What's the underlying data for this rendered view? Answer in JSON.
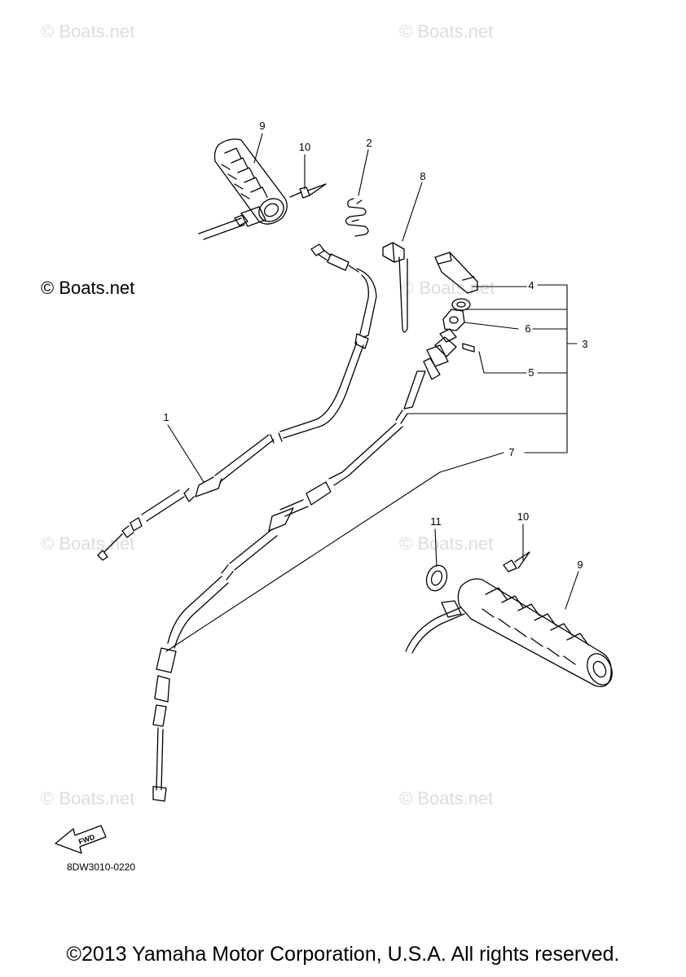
{
  "watermark": "© Boats.net",
  "watermark_main": "© Boats.net",
  "callouts": [
    "9",
    "10",
    "2",
    "8",
    "4",
    "6",
    "3",
    "5",
    "1",
    "7",
    "11",
    "10",
    "9"
  ],
  "fwd_label": "FWD",
  "diagram_code": "8DW3010-0220",
  "copyright": "©2013 Yamaha Motor Corporation, U.S.A. All rights reserved."
}
